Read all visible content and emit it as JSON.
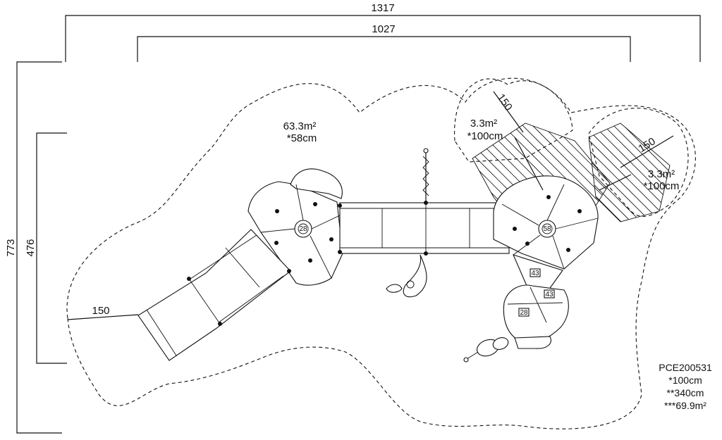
{
  "dimensions": {
    "overall_width": "1317",
    "platform_width": "1027",
    "overall_depth": "773",
    "platform_depth": "476",
    "left_clearance": "150",
    "top_clearance_left": "150",
    "top_clearance_right": "150"
  },
  "zones": {
    "main_area": "63.3m²",
    "main_height": "*58cm",
    "zone_a_area": "3.3m²",
    "zone_a_height": "*100cm",
    "zone_b_area": "3.3m²",
    "zone_b_height": "*100cm"
  },
  "tags": {
    "hub_left": "28",
    "hub_right": "58",
    "panel_a": "43",
    "panel_b": "43",
    "panel_c": "28"
  },
  "product": {
    "code": "PCE200531",
    "line1": "*100cm",
    "line2": "**340cm",
    "line3": "***69.9m²"
  }
}
